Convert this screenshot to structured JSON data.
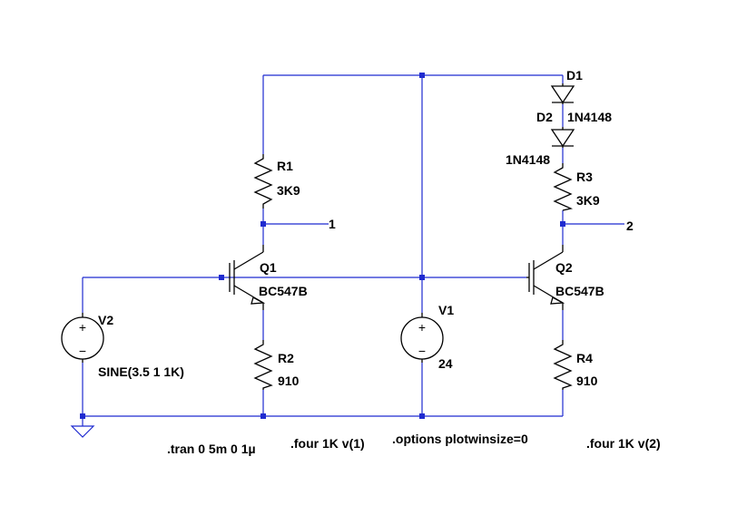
{
  "components": {
    "R1": {
      "name": "R1",
      "value": "3K9"
    },
    "R2": {
      "name": "R2",
      "value": "910"
    },
    "R3": {
      "name": "R3",
      "value": "3K9"
    },
    "R4": {
      "name": "R4",
      "value": "910"
    },
    "Q1": {
      "name": "Q1",
      "value": "BC547B"
    },
    "Q2": {
      "name": "Q2",
      "value": "BC547B"
    },
    "D1": {
      "name": "D1",
      "value": "1N4148"
    },
    "D2": {
      "name": "D2",
      "value": "1N4148"
    },
    "V1": {
      "name": "V1",
      "value": "24"
    },
    "V2": {
      "name": "V2",
      "value": "SINE(3.5 1 1K)"
    }
  },
  "net_labels": {
    "out1": "1",
    "out2": "2"
  },
  "directives": {
    "tran": ".tran 0 5m 0 1µ",
    "four1": ".four 1K v(1)",
    "options": ".options plotwinsize=0",
    "four2": ".four 1K v(2)"
  },
  "source_symbols": {
    "plus": "+",
    "minus": "−"
  },
  "colors": {
    "wire": "#1f2bd0",
    "component": "#000000",
    "background": "#ffffff"
  }
}
